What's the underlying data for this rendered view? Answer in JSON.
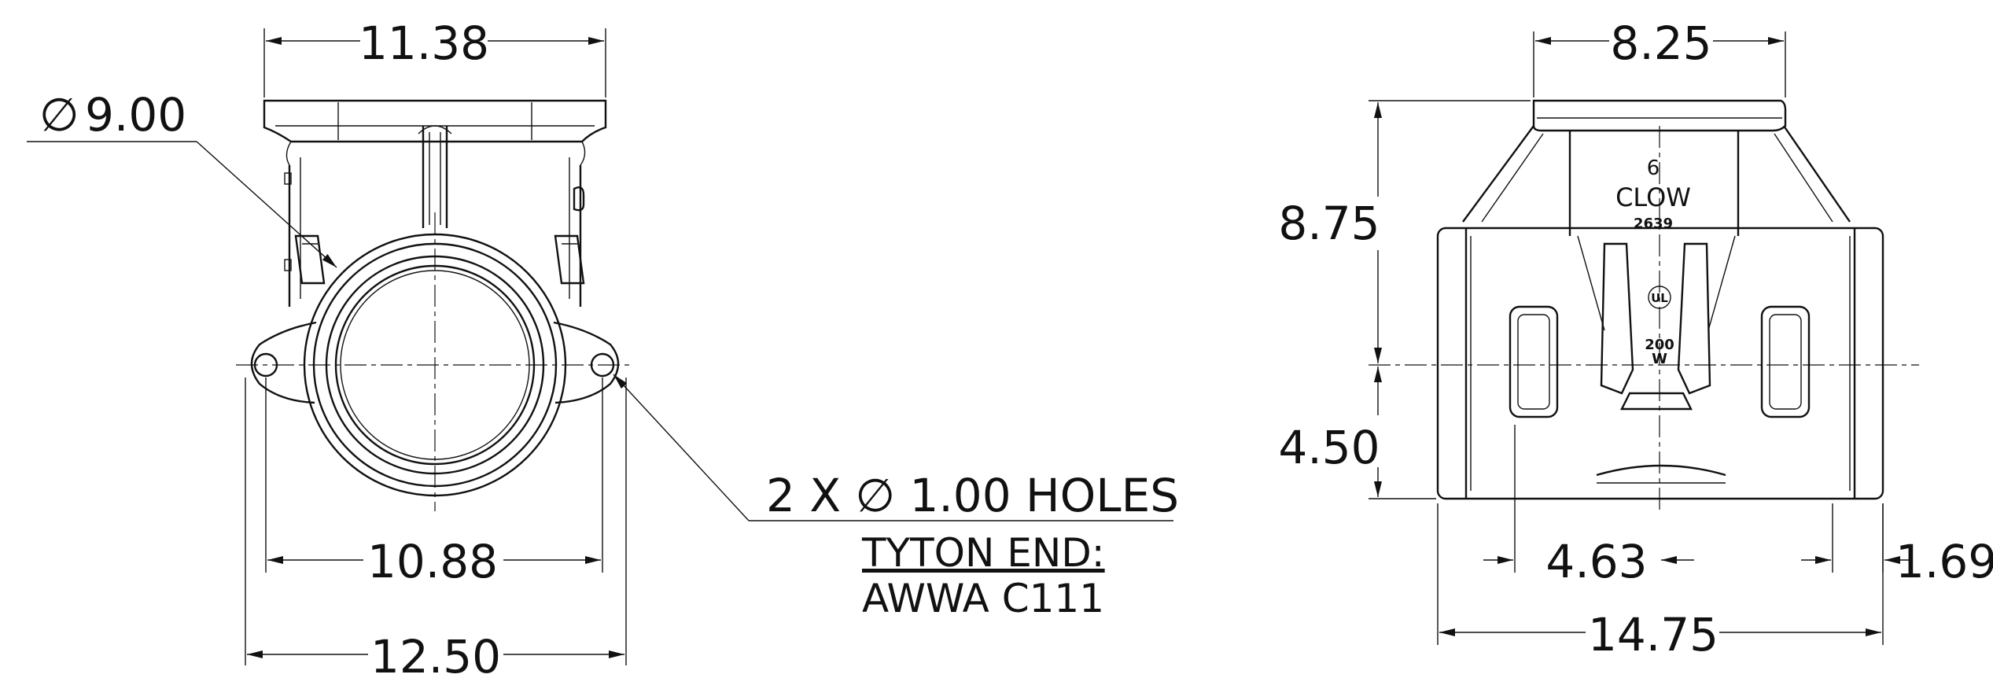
{
  "front_view": {
    "top_width": "11.38",
    "outlet_diameter_symbol": "∅",
    "outlet_diameter": "9.00",
    "hole_note": "2 X  ∅ 1.00 HOLES",
    "bolt_spacing": "10.88",
    "flange_width": "12.50",
    "end_note_line1": "TYTON END:",
    "end_note_line2": "AWWA C111"
  },
  "side_view": {
    "top_width": "8.25",
    "height_to_center": "8.75",
    "center_to_bottom": "4.50",
    "offset_left": "4.63",
    "bell_depth": "1.69",
    "overall_length": "14.75",
    "casting_marks": {
      "size": "6",
      "maker": "CLOW",
      "pattern_no": "2639",
      "listing": "UL",
      "pressure": "200",
      "class": "W"
    }
  },
  "colors": {
    "line": "#111111",
    "background": "#ffffff"
  }
}
